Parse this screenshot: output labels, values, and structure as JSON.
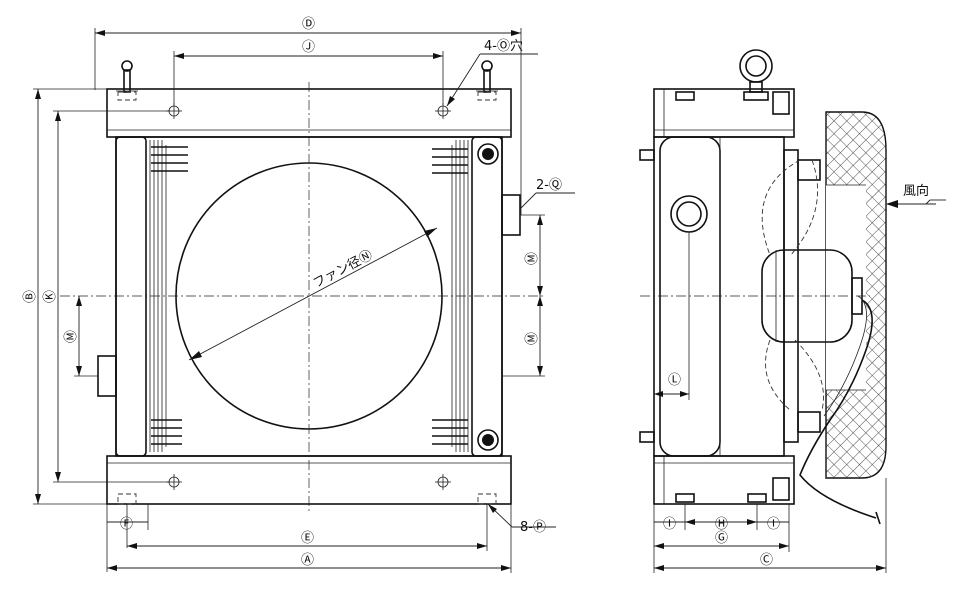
{
  "labels": {
    "D": "Ⓓ",
    "J": "Ⓙ",
    "holes": "4-Ⓞ穴",
    "ports": "2-Ⓠ",
    "fan_dia": "ファン径Ⓝ",
    "B": "Ⓑ",
    "K": "Ⓚ",
    "M_left": "Ⓜ",
    "M_right_top": "Ⓜ",
    "M_right_bottom": "Ⓜ",
    "F": "Ⓕ",
    "E": "Ⓔ",
    "A": "Ⓐ",
    "bolts": "8-Ⓟ",
    "L": "Ⓛ",
    "I_left": "Ⓘ",
    "H": "Ⓗ",
    "I_right": "Ⓘ",
    "G": "Ⓖ",
    "C": "Ⓒ",
    "wind": "風向"
  }
}
